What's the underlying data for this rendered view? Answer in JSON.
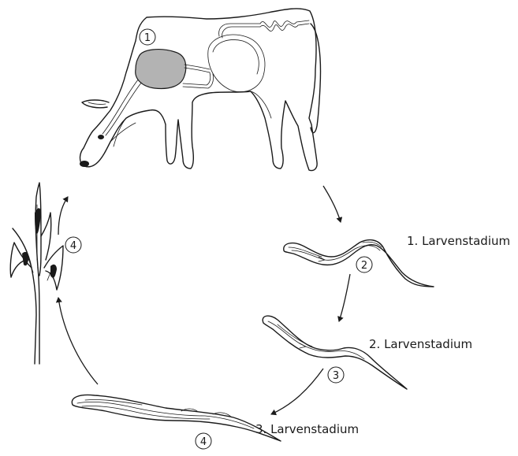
{
  "labels": {
    "stage1": "1. Larvenstadium",
    "stage2": "2. Larvenstadium",
    "stage3": "3. Larvenstadium"
  },
  "markers": {
    "cow": "1",
    "larva1": "2",
    "larva2": "3",
    "larva3": "4",
    "grass": "4"
  },
  "icons": [
    "cow-icon",
    "larva-icon",
    "grass-icon",
    "cycle-arrow-icon"
  ],
  "colors": {
    "line": "#1a1a1a",
    "organ_fill": "#b3b3b3"
  }
}
